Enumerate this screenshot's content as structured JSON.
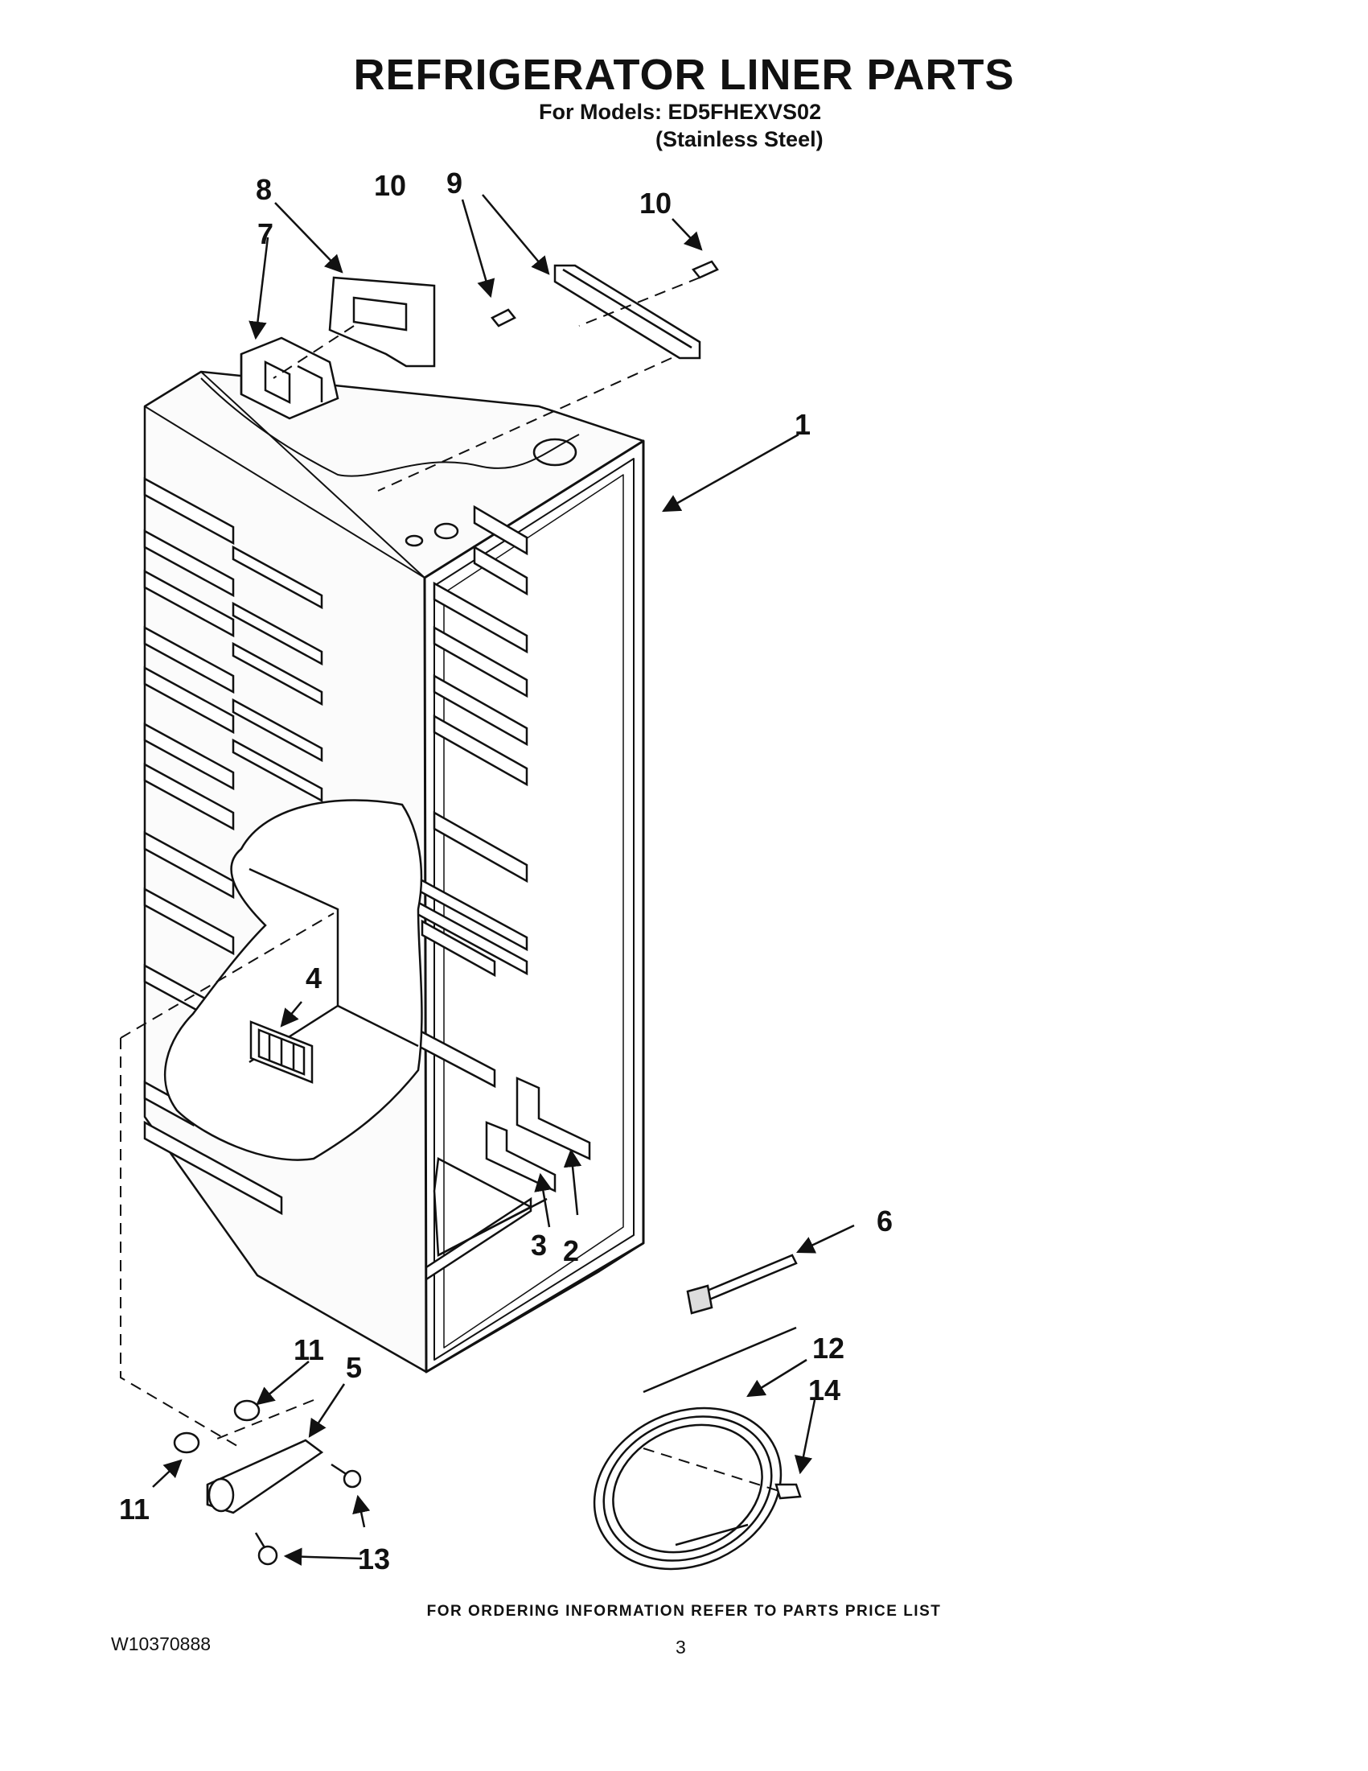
{
  "header": {
    "title": "REFRIGERATOR LINER PARTS",
    "models_line": "For Models: ED5FHEXVS02",
    "finish_line": "(Stainless Steel)"
  },
  "callouts": {
    "c1": "1",
    "c2": "2",
    "c3": "3",
    "c4": "4",
    "c5": "5",
    "c6": "6",
    "c7": "7",
    "c8": "8",
    "c9": "9",
    "c10a": "10",
    "c10b": "10",
    "c11a": "11",
    "c11b": "11",
    "c12": "12",
    "c13": "13",
    "c14": "14"
  },
  "footer": {
    "ordering_note": "FOR ORDERING INFORMATION REFER TO PARTS PRICE LIST",
    "document_number": "W10370888",
    "page_number": "3"
  }
}
